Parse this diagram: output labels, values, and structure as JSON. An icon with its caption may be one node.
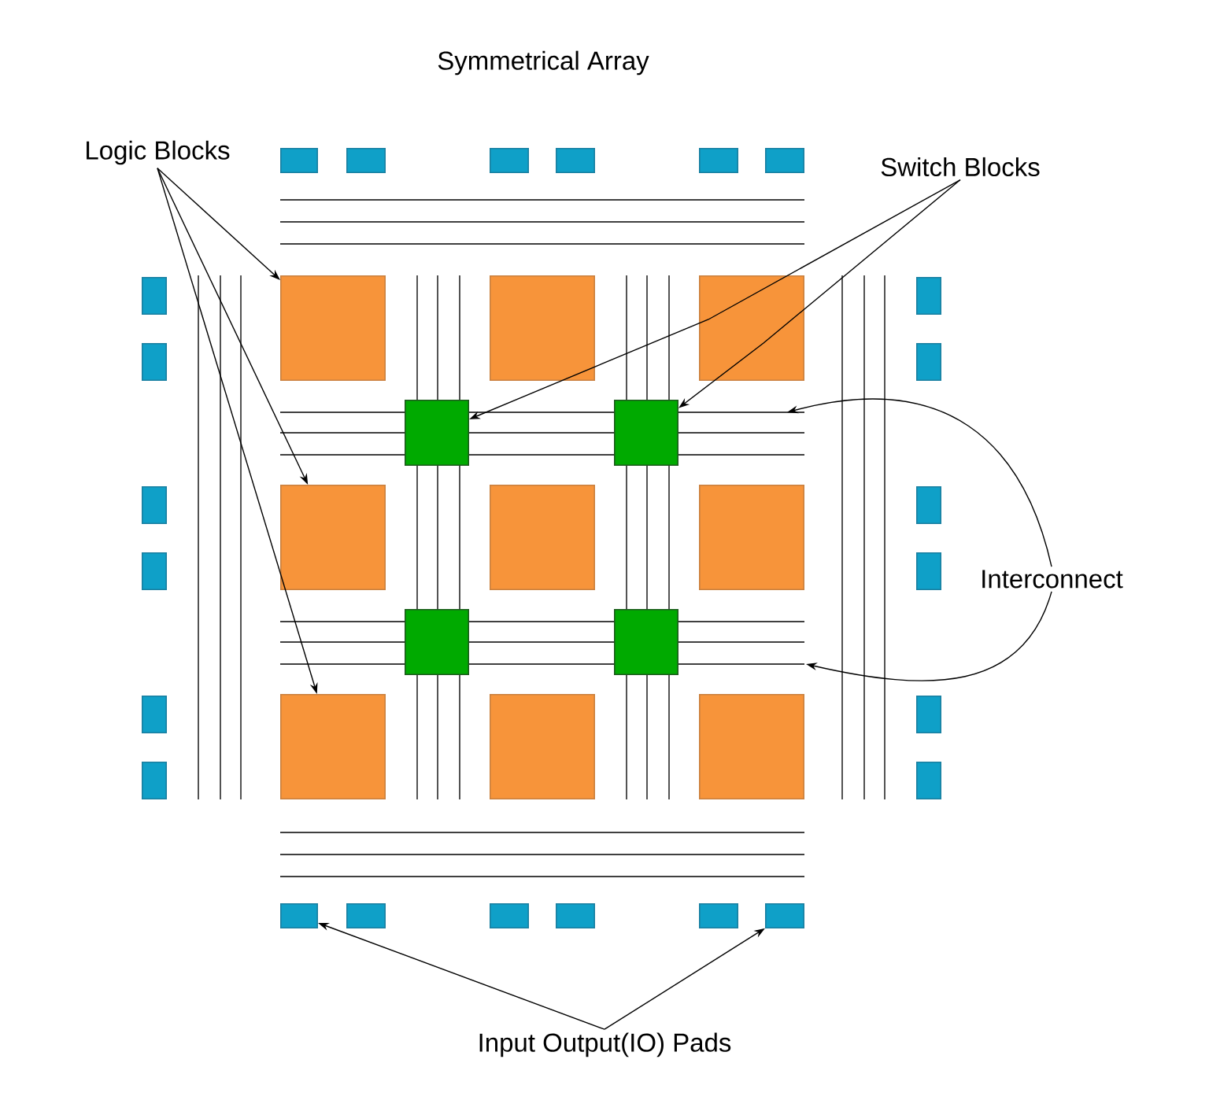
{
  "diagram": {
    "title": "Symmetrical Array",
    "nodes": [
      {
        "text": [
          "Logic Blocks"
        ]
      },
      {
        "text": [
          "Switch Blocks"
        ]
      },
      {
        "text": [],
        "shape": "box"
      },
      {
        "text": [],
        "shape": "box"
      },
      {
        "text": [],
        "shape": "box"
      },
      {
        "text": [],
        "shape": "box"
      },
      {
        "text": [],
        "shape": "box"
      },
      {
        "text": [],
        "shape": "box"
      },
      {
        "text": [],
        "shape": "box"
      },
      {
        "text": [],
        "shape": "box"
      },
      {
        "text": [],
        "shape": "box"
      },
      {
        "text": [],
        "shape": "box"
      },
      {
        "text": [],
        "shape": "box"
      },
      {
        "text": [],
        "shape": "box"
      },
      {
        "text": [],
        "shape": "box"
      },
      {
        "text": [],
        "shape": "box"
      },
      {
        "text": [],
        "shape": "box"
      },
      {
        "text": [],
        "shape": "box"
      },
      {
        "text": [],
        "shape": "box"
      },
      {
        "text": [],
        "shape": "box"
      },
      {
        "text": [],
        "shape": "box"
      },
      {
        "text": [],
        "shape": "box"
      },
      {
        "text": [],
        "shape": "box"
      },
      {
        "text": [],
        "shape": "box"
      },
      {
        "text": [],
        "shape": "box"
      },
      {
        "text": [],
        "shape": "box"
      },
      {
        "text": [],
        "shape": "box"
      },
      {
        "text": [],
        "shape": "box"
      },
      {
        "text": [],
        "shape": "box"
      },
      {
        "text": [],
        "shape": "box"
      },
      {
        "text": [],
        "shape": "box"
      },
      {
        "text": [],
        "shape": "box"
      },
      {
        "text": [],
        "shape": "box"
      },
      {
        "text": [
          "Interconnect"
        ]
      },
      {
        "text": [],
        "shape": "box"
      },
      {
        "text": [],
        "shape": "box"
      },
      {
        "text": [],
        "shape": "box"
      },
      {
        "text": [],
        "shape": "box"
      },
      {
        "text": [],
        "shape": "box"
      },
      {
        "text": [],
        "shape": "box"
      },
      {
        "text": [
          "Input Output(IO) Pads"
        ]
      }
    ],
    "edges": [
      {
        "from": 0,
        "to": 20,
        "arrow": "to"
      },
      {
        "from": 0,
        "to": 23,
        "arrow": "to"
      },
      {
        "from": 0,
        "to": 26,
        "arrow": "to"
      },
      {
        "from": 1,
        "to": 29,
        "arrow": "to"
      },
      {
        "from": 1,
        "to": 30,
        "arrow": "to"
      },
      {
        "from": 33,
        "to": null,
        "arrow": "to"
      },
      {
        "from": 33,
        "to": null,
        "arrow": "to"
      },
      {
        "from": 40,
        "to": 34,
        "arrow": "to"
      },
      {
        "from": 40,
        "to": 39,
        "arrow": "to"
      }
    ]
  }
}
